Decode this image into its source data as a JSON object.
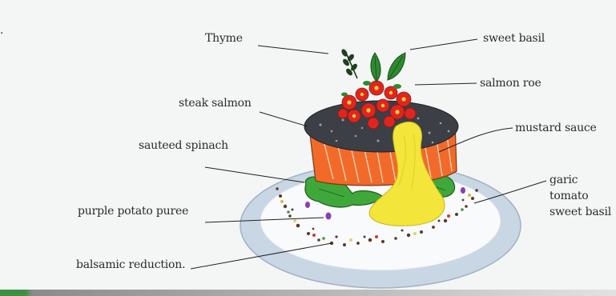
{
  "labels": {
    "thyme": "Thyme",
    "sweet_basil": "sweet basil",
    "salmon_roe": "salmon roe",
    "steak_salmon": "steak salmon",
    "mustard_sauce": "mustard sauce",
    "sauteed_spinach": "sauteed spinach",
    "garnish_line1": "garic",
    "garnish_line2": "tomato",
    "garnish_line3": "sweet basil",
    "purple_potato_puree": "purple potato puree",
    "balsamic_reduction": "balsamic reduction."
  },
  "corner_fragment": ".",
  "colors": {
    "plate_rim": "#c9d6e3",
    "plate_center": "#f8fafb",
    "salmon": "#f26a2a",
    "salmon_stripe": "#fde1c8",
    "spinach": "#3fa83a",
    "mustard": "#f4e53a",
    "rice_top": "#3c3f45",
    "roe": "#e0251f",
    "basil": "#2f8a2f",
    "thyme": "#1f3f1f",
    "background": "#f4f6f5"
  },
  "icons": [
    "plate-illustration",
    "salmon-steak-illustration",
    "spinach-illustration",
    "mustard-sauce-illustration",
    "salmon-roe-illustration",
    "basil-leaf-illustration",
    "thyme-sprig-illustration"
  ]
}
